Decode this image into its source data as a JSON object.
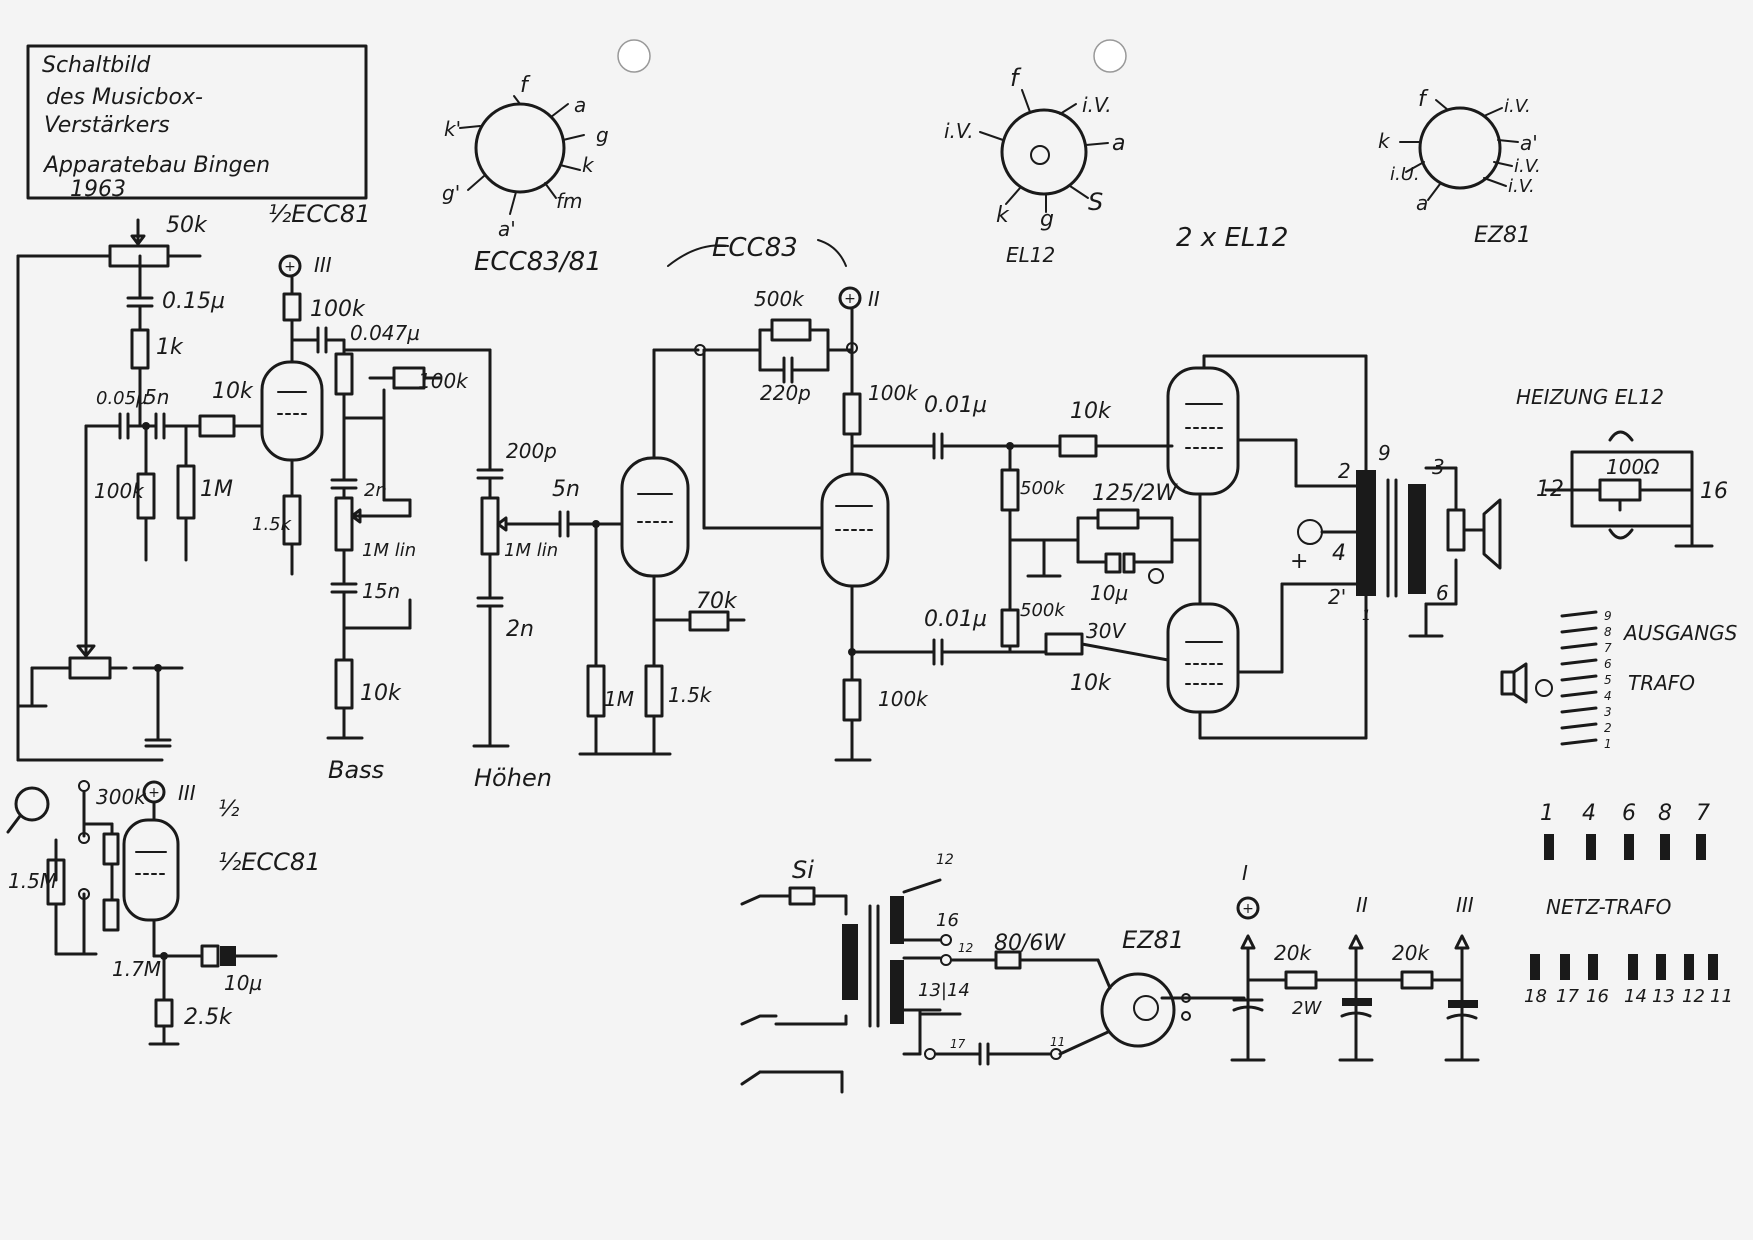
{
  "title_box": {
    "line1": "Schaltbild",
    "line2": "des Musicbox-",
    "line3": "Verstärkers",
    "line4": "Apparatebau Bingen",
    "line5": "1963"
  },
  "tube_pinouts": {
    "ecc83_81": {
      "name": "ECC83/81",
      "pins": [
        "f",
        "a",
        "g",
        "k",
        "fm",
        "a'",
        "g'",
        "k'"
      ]
    },
    "el12": {
      "name": "EL12",
      "pins": [
        "f",
        "i.V.",
        "a",
        "S",
        "g",
        "k",
        "i.V."
      ]
    },
    "el12_count": "2 x EL12",
    "ez81": {
      "name": "EZ81",
      "pins": [
        "f",
        "i.V.",
        "a'",
        "i.V.",
        "i.V.",
        "a",
        "i.U.",
        "k"
      ]
    }
  },
  "input_stage": {
    "pot": "50k",
    "c1": "0.15µ",
    "r1": "1k",
    "c2": "0.05µ",
    "c3": "5n",
    "r_grid_stop": "10k",
    "r_leak1": "100k",
    "r_leak2": "1M",
    "tube": "½ECC81",
    "supply": "III",
    "r_plate": "100k",
    "r_cathode": "1.5k",
    "c_coupling": "0.047µ"
  },
  "tone_stack": {
    "r_top": "100k",
    "c_bass1": "2n",
    "pot_bass": "1M lin",
    "c_bass2": "15n",
    "r_bass": "10k",
    "label_bass": "Bass",
    "c_treble": "200p",
    "pot_treble": "1M lin",
    "c_treble2": "2n",
    "label_treble": "Höhen"
  },
  "driver_stage": {
    "tube": "ECC83",
    "c_in": "5n",
    "r_grid": "1M",
    "r_common": "70k",
    "r_cathode": "1.5k",
    "r_feedback": "500k",
    "c_feedback": "220p",
    "supply": "II",
    "r_plate": "100k",
    "r_grid2": "100k"
  },
  "power_stage": {
    "c_top": "0.01µ",
    "c_bottom": "0.01µ",
    "r_stop_top": "10k",
    "r_stop_bottom": "10k",
    "r_leak_top": "500k",
    "r_leak_bottom": "500k",
    "r_cathode": "125/2W",
    "c_cathode": "10µ",
    "c_cathode_v": "30V",
    "plus_label": "+",
    "ot_pins": [
      "2",
      "9",
      "3",
      "4",
      "2'",
      "1",
      "6"
    ]
  },
  "heater": {
    "title": "HEIZUNG EL12",
    "resistor": "100Ω",
    "left_pin": "12",
    "right_pin": "16"
  },
  "output_transformer": {
    "title1": "AUSGANGS",
    "title2": "TRAFO",
    "pin_numbers": [
      "9",
      "8",
      "7",
      "6",
      "5",
      "4",
      "3",
      "2",
      "1"
    ]
  },
  "mains_transformer": {
    "title": "NETZ-TRAFO",
    "top_pins": [
      "1",
      "4",
      "6",
      "8",
      "7"
    ],
    "bottom_pins": [
      "18",
      "17",
      "16",
      "14",
      "13",
      "12",
      "11"
    ]
  },
  "power_supply": {
    "fuse": "Si",
    "pin12": "12",
    "pin16": "16",
    "pin12b": "12",
    "r_dropper": "80/6W",
    "pins_1314": "13|14",
    "pin17": "17",
    "pin11": "11",
    "rectifier": "EZ81",
    "node1": "I",
    "node2": "II",
    "node3": "III",
    "r1": "20k",
    "r1_power": "2W",
    "r2": "20k"
  },
  "mic_preamp": {
    "r_plate": "300k",
    "supply": "III",
    "r_grid": "1.5M",
    "tube": "½ECC81",
    "r_bias": "1.7M",
    "c_out": "10µ",
    "r_cathode": "2.5k"
  }
}
